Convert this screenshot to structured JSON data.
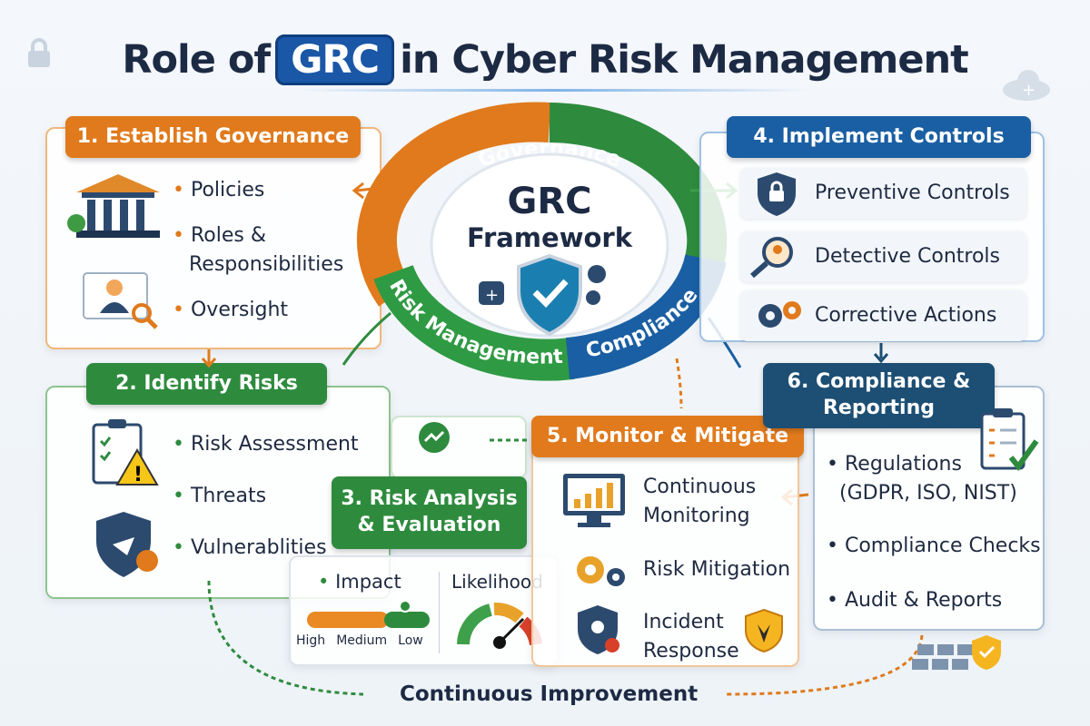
{
  "title": {
    "before": "Role of",
    "badge": "GRC",
    "after": "in Cyber Risk Management"
  },
  "center": {
    "line1": "GRC",
    "line2": "Framework",
    "segments": {
      "governance": "Governance",
      "risk": "Risk Management",
      "compliance": "Compliance"
    }
  },
  "colors": {
    "orange": "#e07a1c",
    "green": "#2e8b3e",
    "blue": "#1a5fa3",
    "navy": "#1d4e73",
    "title": "#1d2a44"
  },
  "step1": {
    "title": "1. Establish Governance",
    "items": [
      "Policies",
      "Roles &",
      "Responsibilities",
      "Oversight"
    ]
  },
  "step2": {
    "title": "2. Identify Risks",
    "items": [
      "Risk Assessment",
      "Threats",
      "Vulnerablities"
    ]
  },
  "step3": {
    "title1": "3. Risk Analysis",
    "title2": "& Evaluation",
    "impact": "Impact",
    "levels": [
      "High",
      "Medium",
      "Low"
    ],
    "likelihood": "Likelihood"
  },
  "step4": {
    "title": "4. Implement Controls",
    "items": [
      "Preventive Controls",
      "Detective Controls",
      "Corrective Actions"
    ]
  },
  "step5": {
    "title": "5. Monitor & Mitigate",
    "items": [
      "Continuous",
      "Monitoring",
      "Risk Mitigation",
      "Incident",
      "Response"
    ]
  },
  "step6": {
    "title1": "6. Compliance &",
    "title2": "Reporting",
    "items": [
      "Regulations",
      "(GDPR, ISO, NIST)",
      "Compliance Checks",
      "Audit & Reports"
    ]
  },
  "footer": "Continuous Improvement"
}
